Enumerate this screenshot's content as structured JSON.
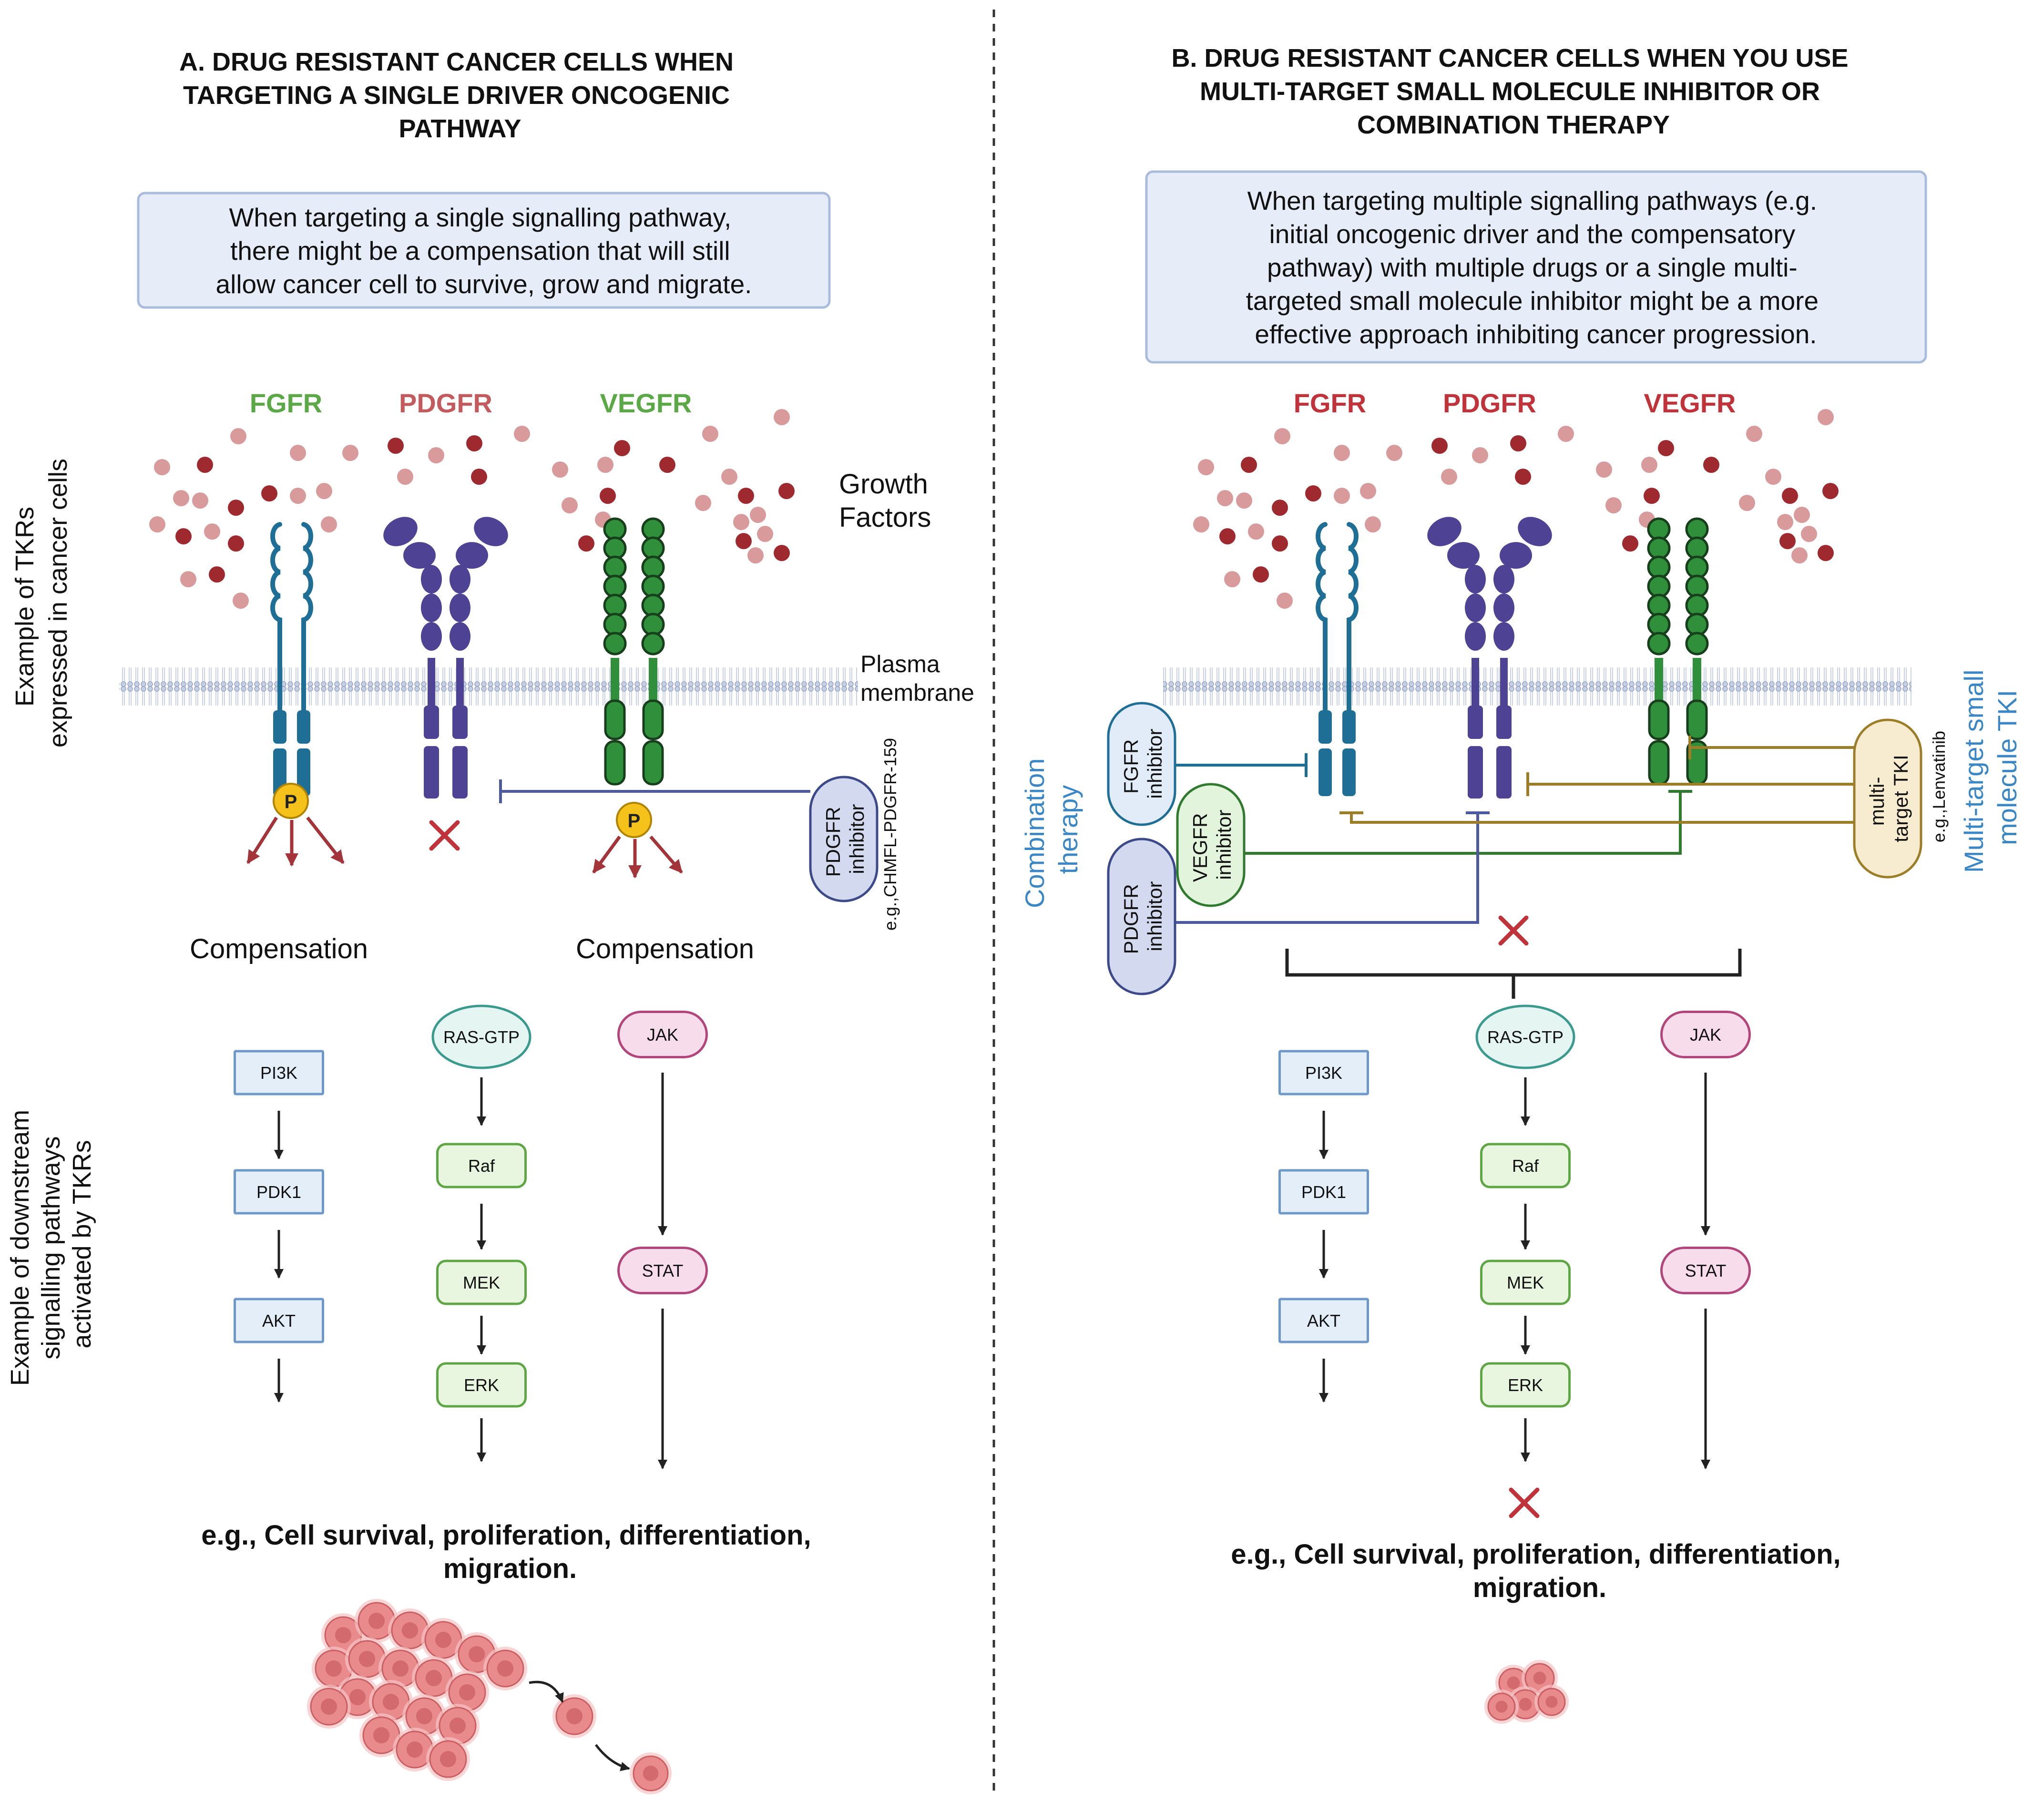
{
  "panelA": {
    "title_lines": [
      "A. DRUG RESISTANT CANCER CELLS WHEN",
      "TARGETING A SINGLE DRIVER ONCOGENIC",
      "PATHWAY"
    ],
    "note_lines": [
      "When targeting a single signalling pathway,",
      "there might be a compensation that will still",
      "allow cancer cell to survive, grow and migrate."
    ],
    "receptors": [
      "FGFR",
      "PDGFR",
      "VEGFR"
    ],
    "growth_factors_lines": [
      "Growth",
      "Factors"
    ],
    "membrane_lines": [
      "Plasma",
      "membrane"
    ],
    "inhibitor_lines": [
      "PDGFR",
      "inhibitor"
    ],
    "inhibitor_example": "e.g.,CHMFL-PDGFR-159",
    "phospho": "P",
    "compensation": "Compensation",
    "side_label_top_lines": [
      "Example of TKRs",
      "expressed in cancer cells"
    ],
    "side_label_bottom_lines": [
      "Example of downstream",
      "signalling pathways",
      "activated by TKRs"
    ],
    "pathway1": [
      "PI3K",
      "PDK1",
      "AKT"
    ],
    "pathway2": [
      "RAS-GTP",
      "Raf",
      "MEK",
      "ERK"
    ],
    "pathway3": [
      "JAK",
      "STAT"
    ],
    "outcome_lines": [
      "e.g., Cell survival, proliferation, differentiation,",
      "migration."
    ]
  },
  "panelB": {
    "title_lines": [
      "B. DRUG RESISTANT CANCER CELLS WHEN YOU USE",
      "MULTI-TARGET SMALL MOLECULE INHIBITOR OR",
      "COMBINATION THERAPY"
    ],
    "note_lines": [
      "When targeting multiple signalling pathways (e.g.",
      "initial oncogenic driver and the compensatory",
      "pathway) with multiple drugs or a single multi-",
      "targeted small molecule inhibitor might be a more",
      "effective approach inhibiting cancer progression."
    ],
    "receptors": [
      "FGFR",
      "PDGFR",
      "VEGFR"
    ],
    "combination_lines": [
      "Combination",
      "therapy"
    ],
    "inhibitor_fgfr_lines": [
      "FGFR",
      "inhibitor"
    ],
    "inhibitor_vegfr_lines": [
      "VEGFR",
      "inhibitor"
    ],
    "inhibitor_pdgfr_lines": [
      "PDGFR",
      "inhibitor"
    ],
    "multi_tki_lines": [
      "multi-",
      "target TKI"
    ],
    "multi_example": "e.g.,Lenvatinib",
    "multi_label_lines": [
      "Multi-target small",
      "molecule TKI"
    ],
    "pathway1": [
      "PI3K",
      "PDK1",
      "AKT"
    ],
    "pathway2": [
      "RAS-GTP",
      "Raf",
      "MEK",
      "ERK"
    ],
    "pathway3": [
      "JAK",
      "STAT"
    ],
    "outcome_lines": [
      "e.g., Cell survival, proliferation, differentiation,",
      "migration."
    ]
  },
  "colors": {
    "fgfr": "#1f6e96",
    "pdgfr": "#4e4294",
    "vegfr": "#2f8f3a",
    "label_green": "#5aa846",
    "label_red": "#c0333a",
    "blue_text": "#3b86c4",
    "inhibit_olive": "#9c7d28"
  }
}
